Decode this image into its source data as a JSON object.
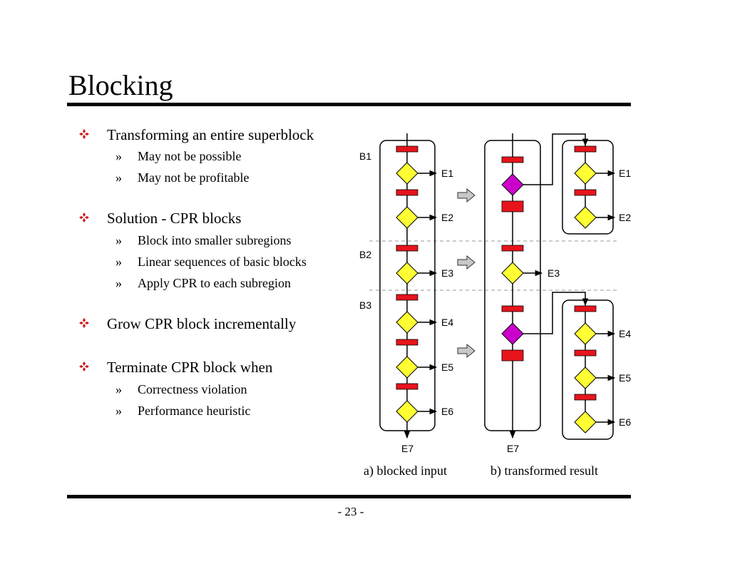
{
  "slide": {
    "title": "Blocking",
    "page": "- 23 -"
  },
  "bullets": [
    {
      "text": "Transforming an entire superblock",
      "subs": [
        "May not be possible",
        "May not be profitable"
      ]
    },
    {
      "text": "Solution - CPR blocks",
      "subs": [
        "Block into smaller subregions",
        "Linear sequences of basic blocks",
        "Apply CPR to each subregion"
      ]
    },
    {
      "text": "Grow CPR block incrementally",
      "subs": []
    },
    {
      "text": "Terminate CPR block when",
      "subs": [
        "Correctness violation",
        "Performance heuristic"
      ]
    }
  ],
  "sub_marker": "»",
  "diagram": {
    "block_labels": [
      "B1",
      "B2",
      "B3"
    ],
    "input_exits": [
      "E1",
      "E2",
      "E3",
      "E4",
      "E5",
      "E6",
      "E7"
    ],
    "result_exits": [
      "E1",
      "E2",
      "E3",
      "E4",
      "E5",
      "E6",
      "E7"
    ],
    "captions": {
      "input": "a) blocked input",
      "result": "b) transformed result"
    },
    "colors": {
      "branch_red": "#e8141c",
      "diamond_yellow": "#ffff33",
      "diamond_purple": "#cc00cc",
      "transform_arrow": "#c8c8c8",
      "bullet_red": "#d01010"
    }
  }
}
